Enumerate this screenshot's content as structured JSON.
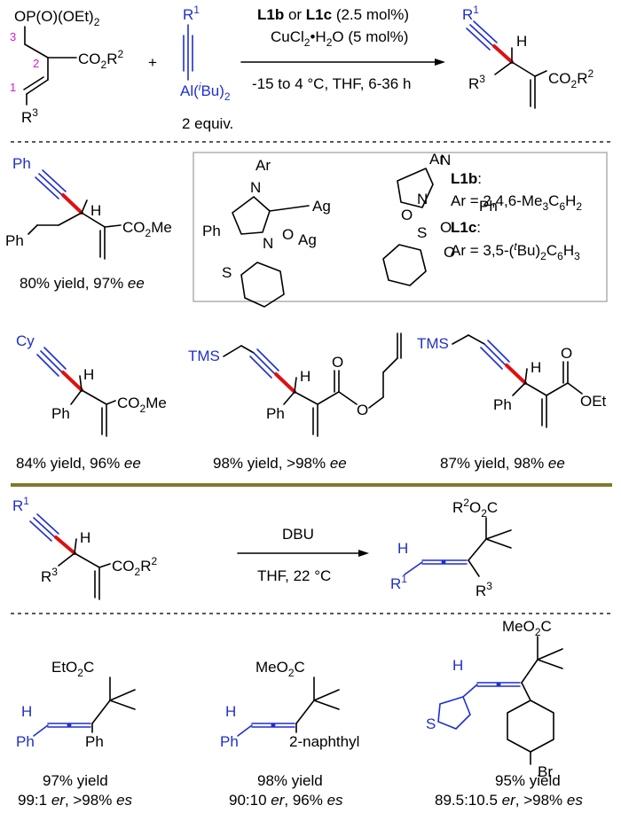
{
  "top": {
    "reactant1": {
      "top": "OP(O)(OEt)",
      "top_sub": "2",
      "ester": "CO",
      "ester_sub": "2",
      "ester_r": "R",
      "ester_r_sup": "2",
      "r3": "R",
      "r3_sup": "3",
      "n1": "1",
      "n2": "2",
      "n3": "3"
    },
    "plus": "+",
    "reactant2": {
      "r1": "R",
      "r1_sup": "1",
      "al": "Al(",
      "al_i": "i",
      "al_bu": "Bu)",
      "al_sub": "2",
      "equiv": "2 equiv."
    },
    "cond1": {
      "l1b": "L1b",
      "or": " or ",
      "l1c": "L1c",
      "rest": " (2.5 mol%)"
    },
    "cond2": {
      "cucl": "CuCl",
      "sub2": "2",
      "rest": "•H",
      "h2": "2",
      "o": "O (5 mol%)"
    },
    "cond3": "-15 to 4 °C, THF, 6-36 h",
    "product": {
      "r1": "R",
      "r1_sup": "1",
      "h": "H",
      "r3": "R",
      "r3_sup": "3",
      "ester": "CO",
      "ester_sub": "2",
      "ester_r": "R",
      "ester_r_sup": "2"
    }
  },
  "mid": {
    "ex1": {
      "ph_alk": "Ph",
      "h": "H",
      "ph": "Ph",
      "ester": "CO",
      "ester_sub": "2",
      "me": "Me",
      "yield": "80% yield, 97% ",
      "ee": "ee"
    },
    "lig": {
      "ar1": "Ar",
      "ar2": "Ar",
      "n": "N",
      "ag": "Ag",
      "o": "O",
      "s": "S",
      "ph": "Ph",
      "l1b": "L1b",
      "l1b_colon": ":",
      "l1b_ar": "Ar = 2,4,6-Me",
      "l1b_sub3": "3",
      "l1b_c6": "C",
      "l1b_sub6": "6",
      "l1b_h": "H",
      "l1b_sub2": "2",
      "l1c": "L1c",
      "l1c_colon": ":",
      "l1c_ar": "Ar = 3,5-(",
      "l1c_t": "t",
      "l1c_bu": "Bu)",
      "l1c_sub2": "2",
      "l1c_c6": "C",
      "l1c_sub6": "6",
      "l1c_h": "H",
      "l1c_sub3": "3"
    },
    "ex2": {
      "cy": "Cy",
      "h": "H",
      "ph": "Ph",
      "ester": "CO",
      "ester_sub": "2",
      "me": "Me",
      "yield": "84% yield, 96% ",
      "ee": "ee"
    },
    "ex3": {
      "tms": "TMS",
      "h": "H",
      "ph": "Ph",
      "o": "O",
      "o2": "O",
      "yield": "98% yield, >98% ",
      "ee": "ee"
    },
    "ex4": {
      "tms": "TMS",
      "h": "H",
      "ph": "Ph",
      "o": "O",
      "oet": "OEt",
      "yield": "87% yield, 98% ",
      "ee": "ee"
    }
  },
  "bottom": {
    "rxn": {
      "r1": "R",
      "r1_sup": "1",
      "h": "H",
      "r3": "R",
      "r3_sup": "3",
      "ester": "CO",
      "ester_sub": "2",
      "ester_r": "R",
      "ester_r_sup": "2",
      "reagent": "DBU",
      "cond": "THF, 22 °C",
      "p_r2": "R",
      "p_r2_sup": "2",
      "p_o": "O",
      "p_sub": "2",
      "p_c": "C",
      "p_h": "H",
      "p_r1": "R",
      "p_r1_sup": "1",
      "p_r3": "R",
      "p_r3_sup": "3"
    },
    "ex1": {
      "ester": "EtO",
      "sub": "2",
      "c": "C",
      "h": "H",
      "ph1": "Ph",
      "ph2": "Ph",
      "y1": "97% yield",
      "y2a": "99:1 ",
      "er": "er",
      "y2b": ", >98% ",
      "es": "es"
    },
    "ex2": {
      "ester": "MeO",
      "sub": "2",
      "c": "C",
      "h": "H",
      "ph": "Ph",
      "naph": "2-naphthyl",
      "y1": "98% yield",
      "y2a": "90:10 ",
      "er": "er",
      "y2b": ", 96% ",
      "es": "es"
    },
    "ex3": {
      "ester": "MeO",
      "sub": "2",
      "c": "C",
      "h": "H",
      "s": "S",
      "br": "Br",
      "y1": "95% yield",
      "y2a": "89.5:10.5 ",
      "er": "er",
      "y2b": ", >98% ",
      "es": "es"
    }
  }
}
